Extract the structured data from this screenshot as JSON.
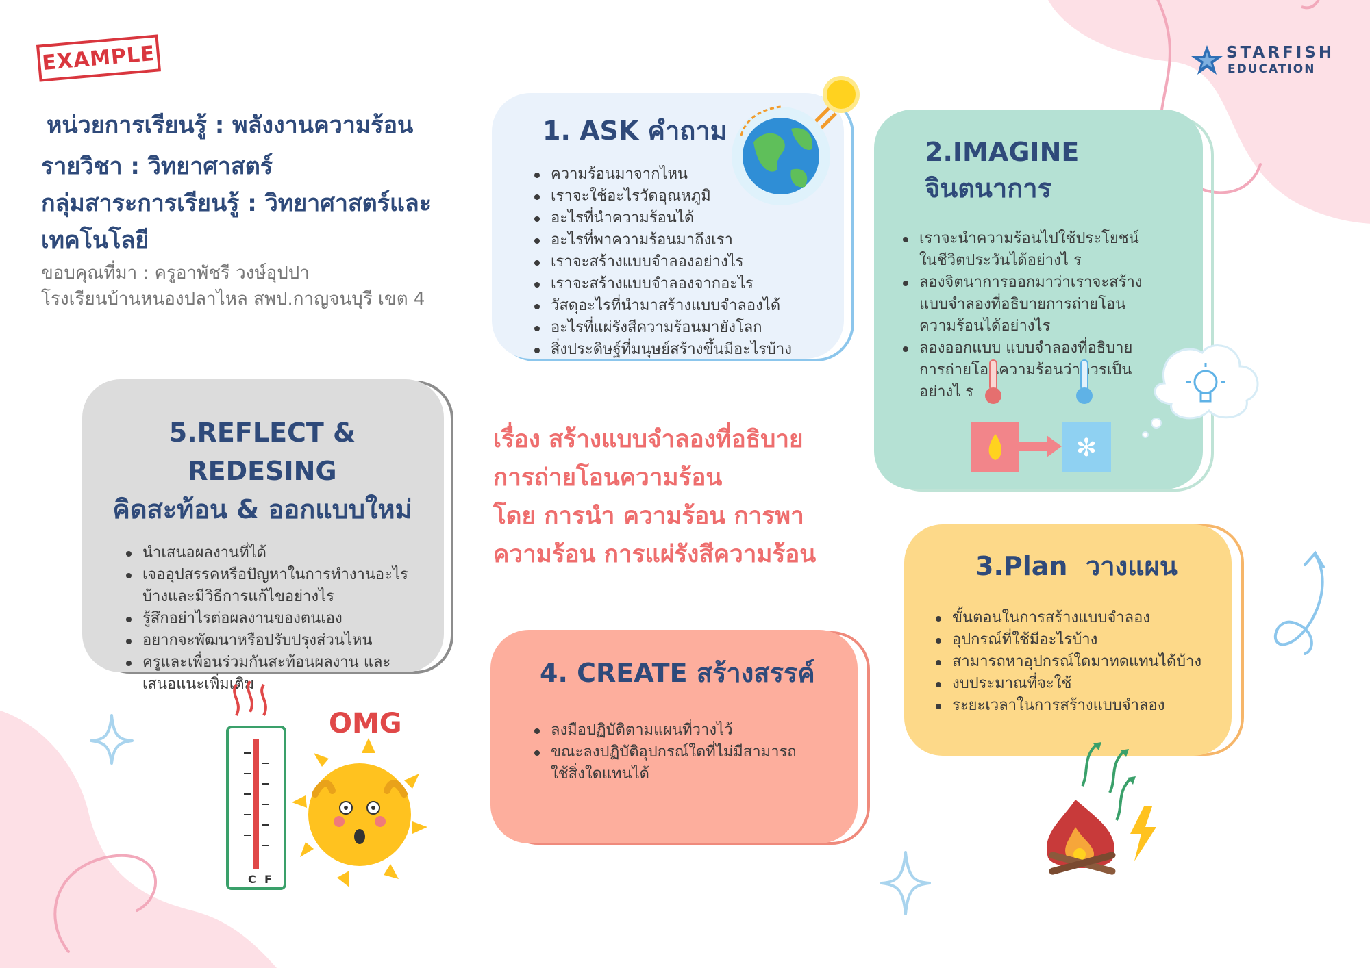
{
  "stamp_text": "EXAMPLE",
  "logo": {
    "line1": "STARFISH",
    "line2": "EDUCATION"
  },
  "header": {
    "unit": "หน่วยการเรียนรู้ : พลังงานความร้อน",
    "subject": "รายวิชา : วิทยาศาสตร์",
    "group_line1": "กลุ่มสาระการเรียนรู้ : วิทยาศาสตร์และ",
    "group_line2": "เทคโนโลยี"
  },
  "credit": {
    "line1": "ขอบคุณที่มา : ครูอาพัชรี วงษ์อุปปา",
    "line2": "โรงเรียนบ้านหนองปลาไหล สพป.กาญจนบุรี เขต 4"
  },
  "ask": {
    "title": "1. ASK คำถาม",
    "items": [
      "ความร้อนมาจากไหน",
      "เราจะใช้อะไรวัดอุณหภูมิ",
      "อะไรที่นำความร้อนได้",
      "อะไรที่พาความร้อนมาถึงเรา",
      "เราจะสร้างแบบจำลองอย่างไร",
      "เราจะสร้างแบบจำลองจากอะไร",
      "วัสดุอะไรที่นำมาสร้างแบบจำลองได้",
      "อะไรที่แผ่รังสีความร้อนมายังโลก",
      "สิ่งประดิษฐ์ที่มนุษย์สร้างขึ้นมีอะไรบ้าง"
    ]
  },
  "imagine": {
    "title": "2.IMAGINE จินตนาการ",
    "items": [
      "เราจะนำความร้อนไปใช้ประโยชน์ในชีวิตประวันได้อย่างไ ร",
      "ลองจิตนาการออกมาว่าเราจะสร้างแบบจำลองที่อธิบายการถ่ายโอนความร้อนได้อย่างไร",
      "ลองออกแบบ แบบจำลองที่อธิบายการถ่ายโอนความร้อนว่าควรเป็นอย่างไ ร"
    ]
  },
  "reflect": {
    "title_line1": "5.REFLECT & REDESING",
    "title_line2": "คิดสะท้อน & ออกแบบใหม่",
    "items": [
      "นำเสนอผลงานที่ได้",
      "เจออุปสรรคหรือปัญหาในการทำงานอะไรบ้างและมีวิธีการแก้ไขอย่างไร",
      "รู้สึกอย่าไรต่อผลงานของตนเอง",
      "อยากจะพัฒนาหรือปรับปรุงส่วนไหน",
      "ครูและเพื่อนร่วมกันสะท้อนผลงาน และเสนอแนะเพิ่มเติม"
    ]
  },
  "topic": {
    "line1": "เรื่อง สร้างแบบจำลองที่อธิบาย",
    "line2": "การถ่ายโอนความร้อน",
    "line3": "โดย การนำ ความร้อน การพา",
    "line4": "ความร้อน การแผ่รังสีความร้อน"
  },
  "plan": {
    "title": "3.Plan  วางแผน",
    "items": [
      "ขั้นตอนในการสร้างแบบจำลอง",
      "อุปกรณ์ที่ใช้มีอะไรบ้าง",
      "สามารถหาอุปกรณ์ใดมาทดแทนได้บ้าง",
      "งบประมาณที่จะใช้",
      "ระยะเวลาในการสร้างแบบจำลอง"
    ]
  },
  "create": {
    "title": "4. CREATE สร้างสรรค์",
    "items": [
      "ลงมือปฏิบัติตามแผนที่วางไว้",
      "ขณะลงปฏิบัติอุปกรณ์ใดที่ไม่มีสามารถใช้สิ่งใดแทนได้"
    ]
  },
  "illustration": {
    "omg_text": "OMG",
    "thermo_left": "C",
    "thermo_right": "F"
  },
  "colors": {
    "navy": "#2f4a7a",
    "ask_bg": "#eaf2fb",
    "imagine_bg": "#b5e1d4",
    "reflect_bg": "#dcdcdc",
    "plan_bg": "#fdd989",
    "create_bg": "#fdae9d",
    "topic": "#ee6e6e"
  }
}
